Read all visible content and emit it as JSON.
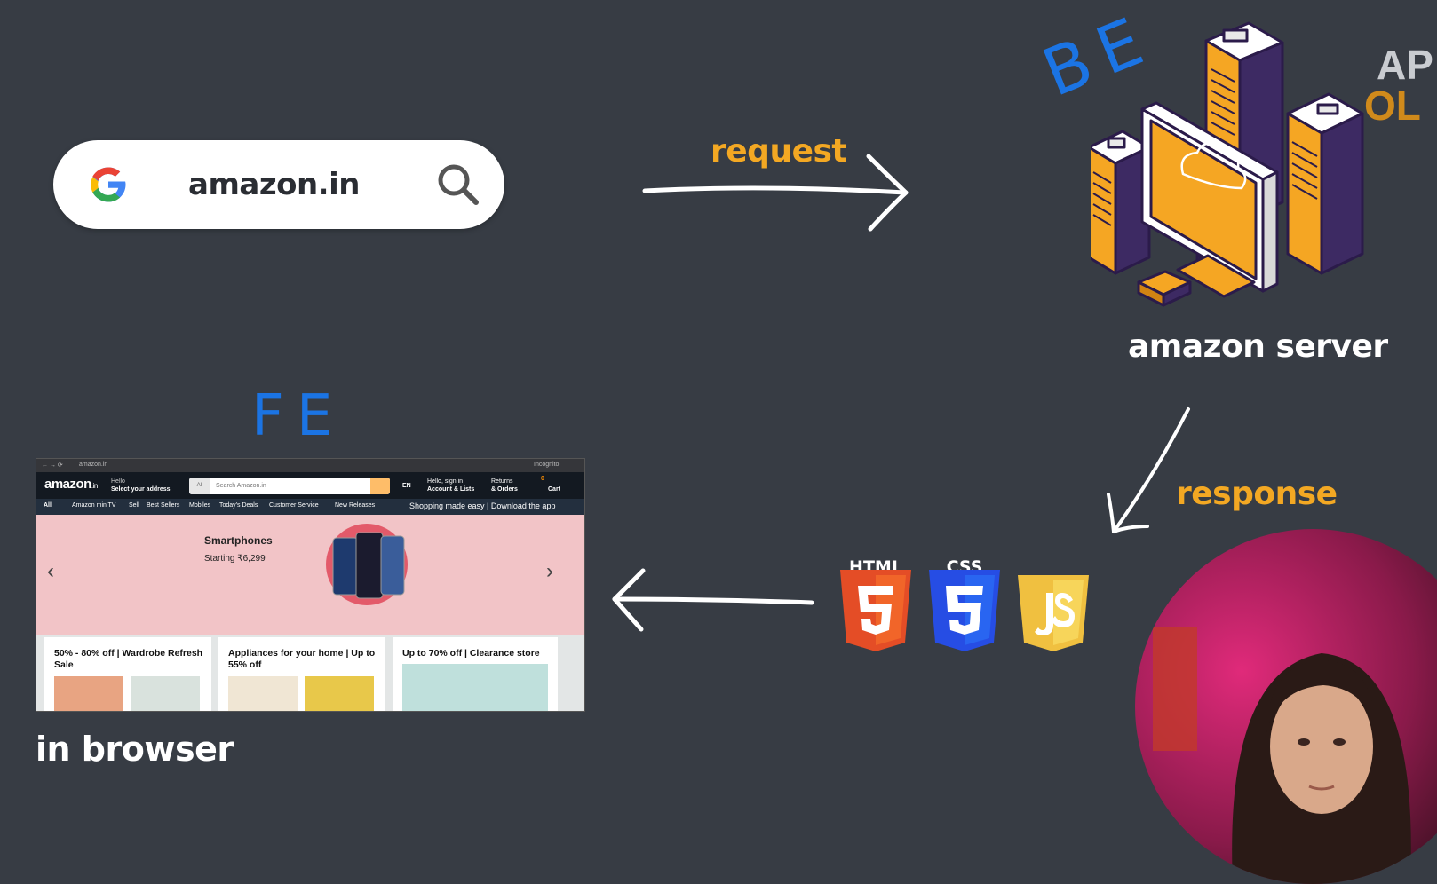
{
  "search": {
    "query": "amazon.in"
  },
  "labels": {
    "request": "request",
    "response": "response",
    "server": "amazon server",
    "browser": "in browser",
    "backend": "BE",
    "frontend": "FE",
    "corner_text_1": "AP",
    "corner_text_2": "OL"
  },
  "tech": [
    "HTML",
    "CSS"
  ],
  "browser_screenshot": {
    "url": "amazon.in",
    "incognito": "Incognito",
    "logo": "amazon",
    "logo_suffix": ".in",
    "hello": "Hello",
    "address": "Select your address",
    "search_category": "All",
    "search_placeholder": "Search Amazon.in",
    "lang": "EN",
    "account_line1": "Hello, sign in",
    "account_line2": "Account & Lists",
    "returns_line1": "Returns",
    "returns_line2": "& Orders",
    "cart": "Cart",
    "cart_count": "0",
    "nav": [
      "All",
      "Amazon miniTV",
      "Sell",
      "Best Sellers",
      "Mobiles",
      "Today's Deals",
      "Customer Service",
      "New Releases"
    ],
    "promo": "Shopping made easy | Download the app",
    "hero_title": "Smartphones",
    "hero_sub": "Starting ₹6,299",
    "tiles": [
      "50% - 80% off | Wardrobe Refresh Sale",
      "Appliances for your home | Up to 55% off",
      "Up to 70% off | Clearance store"
    ]
  },
  "colors": {
    "background": "#373c44",
    "accent_orange": "#f3a823",
    "annotation_blue": "#1b74e4",
    "html": "#e44d26",
    "css": "#264de4",
    "js": "#f0c040"
  }
}
